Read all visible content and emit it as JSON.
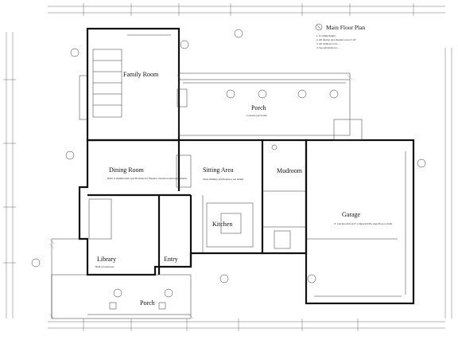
{
  "sheet": {
    "title": "Main Floor Plan",
    "notes": [
      "1. 9' ceiling height",
      "2. All interior door headers to be 6'-10\"",
      "3. All windows to be ...",
      "4. See elevations for ..."
    ]
  },
  "rooms": [
    {
      "id": "family-room",
      "label": "Family Room"
    },
    {
      "id": "porch-rear",
      "label": "Porch"
    },
    {
      "id": "dining-room",
      "label": "Dining Room"
    },
    {
      "id": "sitting-area",
      "label": "Sitting Area"
    },
    {
      "id": "mudroom",
      "label": "Mudroom"
    },
    {
      "id": "kitchen",
      "label": "Kitchen"
    },
    {
      "id": "garage",
      "label": "Garage"
    },
    {
      "id": "library",
      "label": "Library"
    },
    {
      "id": "entry",
      "label": "Entry"
    },
    {
      "id": "porch-front",
      "label": "Porch"
    }
  ],
  "annotations": {
    "dining_note": "Refer to manufacturer specifications for fireplace clearances and requirements",
    "garage_note": "4\" concrete slab on 6\" compacted fill, slope floor to drain",
    "sitting_note": "Stone chimney and fireplace, see details",
    "porch_note": "Concrete porch slab",
    "library_note": "Built in bookcases"
  },
  "colors": {
    "line": "#111111",
    "background": "#ffffff"
  }
}
